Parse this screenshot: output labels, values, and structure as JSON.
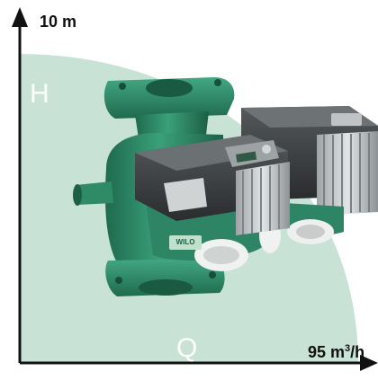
{
  "axes": {
    "y_max_label": "10 m",
    "x_max_label_main": "95 m",
    "x_max_label_sup": "3",
    "x_max_label_tail": "/h",
    "y_symbol": "H",
    "x_symbol": "Q"
  },
  "product": {
    "brand": "WILO"
  },
  "colors": {
    "field": "#c9e2d6",
    "axis": "#111111",
    "pump_body": "#2e8565",
    "motor_housing": "#3a3d3f"
  }
}
